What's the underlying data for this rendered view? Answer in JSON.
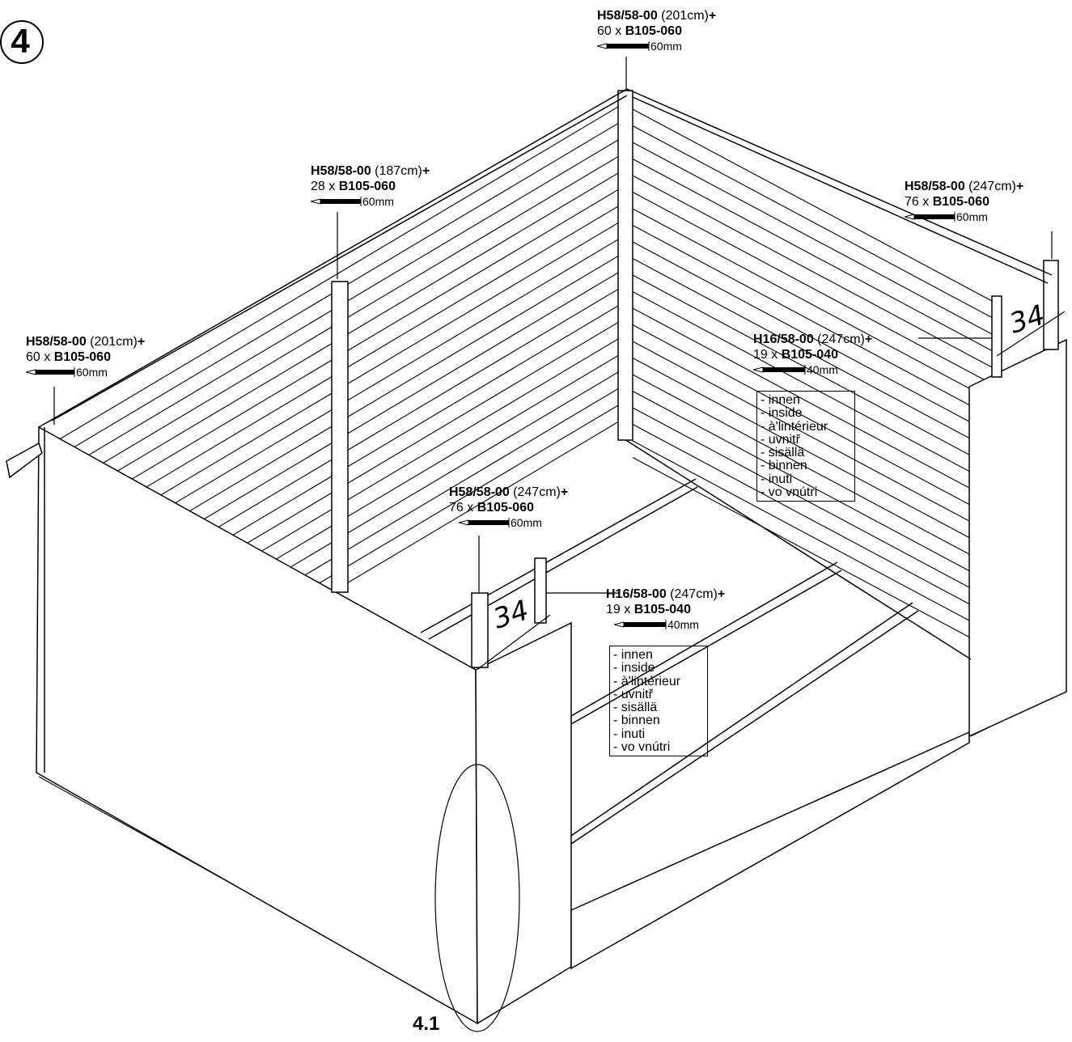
{
  "step": {
    "number": "4",
    "sub": "4.1"
  },
  "labels": [
    {
      "code": "H58/58-00",
      "length": "(201cm)",
      "plus": "+",
      "qty": "60  x",
      "part": "B105-060",
      "nail": "60mm"
    },
    {
      "code": "H58/58-00",
      "length": "(187cm)",
      "plus": "+",
      "qty": "28  x",
      "part": "B105-060",
      "nail": "60mm"
    },
    {
      "code": "H58/58-00",
      "length": "(201cm)",
      "plus": "+",
      "qty": "60  x",
      "part": "B105-060",
      "nail": "60mm"
    },
    {
      "code": "H58/58-00",
      "length": "(247cm)",
      "plus": "+",
      "qty": "76  x",
      "part": "B105-060",
      "nail": "60mm"
    },
    {
      "code": "H58/58-00",
      "length": "(247cm)",
      "plus": "+",
      "qty": "76  x",
      "part": "B105-060",
      "nail": "60mm"
    },
    {
      "code": "H16/58-00",
      "length": "(247cm)",
      "plus": "+",
      "qty": "19 x",
      "part": "B105-040",
      "nail": "40mm"
    },
    {
      "code": "H16/58-00",
      "length": "(247cm)",
      "plus": "+",
      "qty": "19 x",
      "part": "B105-040",
      "nail": "40mm"
    }
  ],
  "inside_notes": [
    "- innen",
    "- inside",
    "- à'lintérieur",
    "- uvnitř",
    "- sisällä",
    "- binnen",
    "- inuti",
    "- vo vnútri"
  ],
  "measure": "34",
  "colors": {
    "ink": "#000000",
    "paper": "#ffffff"
  }
}
